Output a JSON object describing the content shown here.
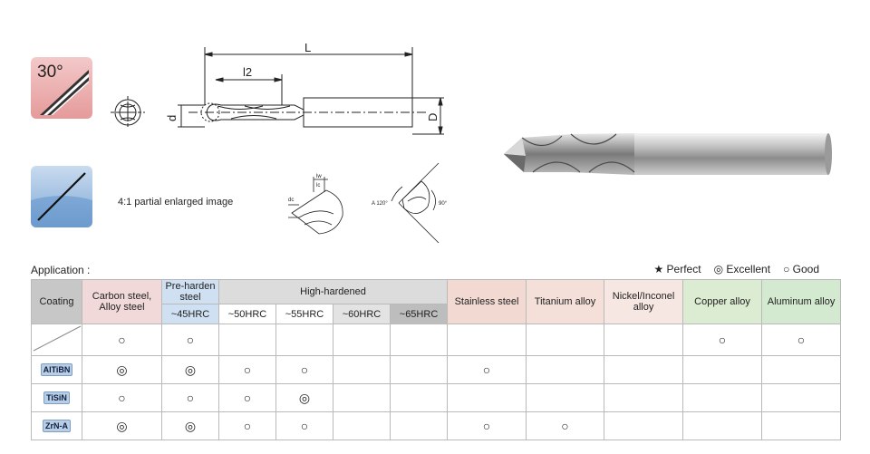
{
  "badges": {
    "angle": {
      "text": "30°",
      "icon": "angle-30-icon"
    },
    "helix": {
      "icon": "helix-line-icon"
    }
  },
  "drawing": {
    "L_label": "L",
    "l2_label": "l2",
    "d_label": "d",
    "D_label": "D",
    "lw_label": "lw",
    "lc_label": "lc",
    "dc_label": "dc",
    "angle_a": "A 120°",
    "angle_b": "90°"
  },
  "caption": "4:1  partial enlarged image",
  "application_label": "Application :",
  "legend": {
    "perfect": "★ Perfect",
    "excellent": "◎ Excellent",
    "good": "○ Good"
  },
  "table": {
    "header": {
      "coating": "Coating",
      "carbon": "Carbon steel, Alloy steel",
      "preharden": "Pre-harden steel",
      "preharden_sub": "~45HRC",
      "high": "High-hardened",
      "high_subs": [
        "~50HRC",
        "~55HRC",
        "~60HRC",
        "~65HRC"
      ],
      "stainless": "Stainless steel",
      "titanium": "Titanium alloy",
      "nickel": "Nickel/Inconel alloy",
      "copper": "Copper alloy",
      "aluminum": "Aluminum alloy"
    },
    "rows": [
      {
        "coating": "",
        "cells": [
          "○",
          "○",
          "",
          "",
          "",
          "",
          "",
          "",
          "",
          "○",
          "○"
        ]
      },
      {
        "coating": "AlTiBN",
        "cells": [
          "◎",
          "◎",
          "○",
          "○",
          "",
          "",
          "○",
          "",
          "",
          "",
          ""
        ]
      },
      {
        "coating": "TiSiN",
        "cells": [
          "○",
          "○",
          "○",
          "◎",
          "",
          "",
          "",
          "",
          "",
          "",
          ""
        ]
      },
      {
        "coating": "ZrN-A",
        "cells": [
          "◎",
          "◎",
          "○",
          "○",
          "",
          "",
          "○",
          "○",
          "",
          "",
          ""
        ]
      }
    ]
  }
}
